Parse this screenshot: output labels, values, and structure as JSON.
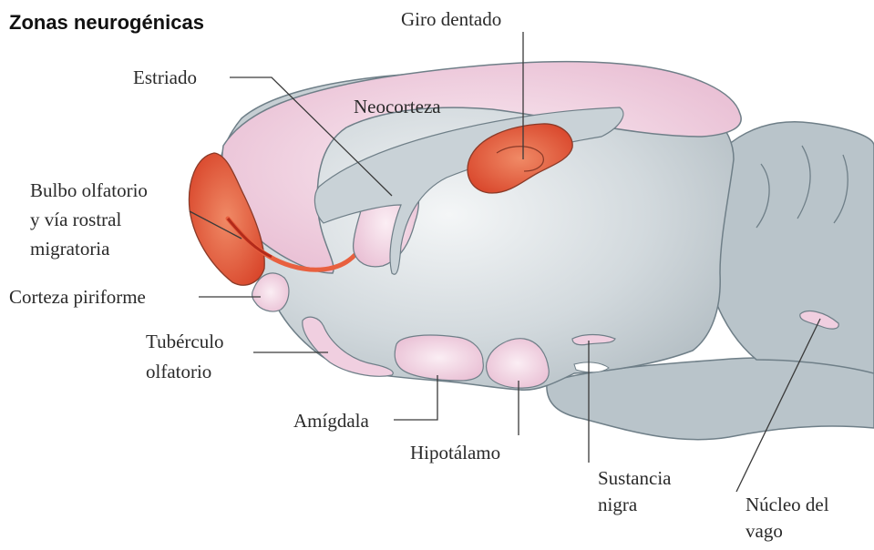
{
  "title": "Zonas neurogénicas",
  "labels": {
    "giro_dentado": "Giro dentado",
    "estriado": "Estriado",
    "neocorteza": "Neocorteza",
    "bulbo_1": "Bulbo olfatorio",
    "bulbo_2": "y vía rostral",
    "bulbo_3": "migratoria",
    "corteza_piriforme": "Corteza piriforme",
    "tuberculo_1": "Tubérculo",
    "tuberculo_2": "olfatorio",
    "amigdala": "Amígdala",
    "hipotalamo": "Hipotálamo",
    "sustancia_1": "Sustancia",
    "sustancia_2": "nigra",
    "vago_1": "Núcleo del",
    "vago_2": "vago"
  },
  "colors": {
    "brain_gray": "#b9c4ca",
    "brain_outline": "#6f7f88",
    "pink_region": "#f0cfe0",
    "neurogenic_red": "#e8603f",
    "leader_line": "#3a3a3a"
  }
}
